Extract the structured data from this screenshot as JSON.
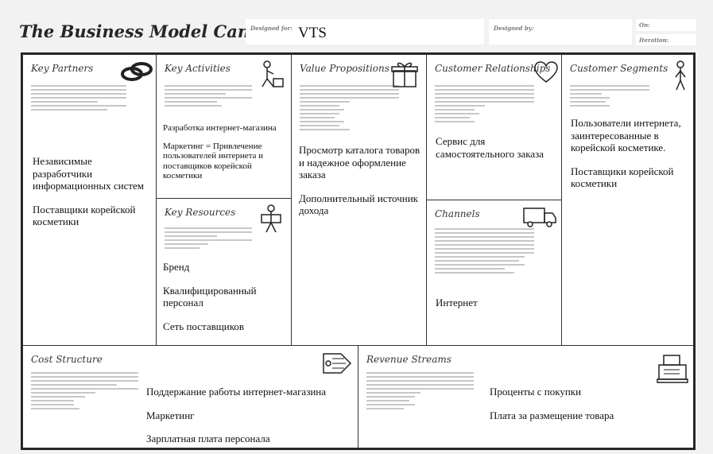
{
  "header": {
    "title": "The Business Model Canvas",
    "designed_for_label": "Designed for:",
    "designed_for_value": "VTS",
    "designed_by_label": "Designed by:",
    "on_label": "On:",
    "iteration_label": "Iteration:"
  },
  "blocks": {
    "key_partners": {
      "title": "Key Partners",
      "items": [
        "Независимые разработчики информационных систем",
        "Поставщики корейской косметики"
      ]
    },
    "key_activities": {
      "title": "Key Activities",
      "items": [
        "Разработка интернет-магазина",
        "Маркетинг = Привлечение пользователей интернета и поставщиков корейской косметики"
      ]
    },
    "key_resources": {
      "title": "Key Resources",
      "items": [
        "Бренд",
        "Квалифицированный персонал",
        "Сеть поставщиков"
      ]
    },
    "value_propositions": {
      "title": "Value Propositions",
      "items": [
        "Просмотр каталога товаров и надежное оформление заказа",
        "Дополнительный источник дохода"
      ]
    },
    "customer_relationships": {
      "title": "Customer Relationships",
      "items": [
        "Сервис для самостоятельного заказа"
      ]
    },
    "channels": {
      "title": "Channels",
      "items": [
        "Интернет"
      ]
    },
    "customer_segments": {
      "title": "Customer Segments",
      "items": [
        "Пользователи интернета, заинтересованные в корейской косметике.",
        "Поставщики корейской косметики"
      ]
    },
    "cost_structure": {
      "title": "Cost Structure",
      "items": [
        "Поддержание работы интернет-магазина",
        "Маркетинг",
        "Зарплатная плата персонала"
      ]
    },
    "revenue_streams": {
      "title": "Revenue Streams",
      "items": [
        "Проценты с покупки",
        "Плата за размещение товара"
      ]
    }
  },
  "icons": [
    "chain-link-icon",
    "worker-icon",
    "gift-box-icon",
    "heart-icon",
    "person-icon",
    "worker-with-box-icon",
    "delivery-truck-icon",
    "price-tag-icon",
    "cash-register-icon"
  ]
}
